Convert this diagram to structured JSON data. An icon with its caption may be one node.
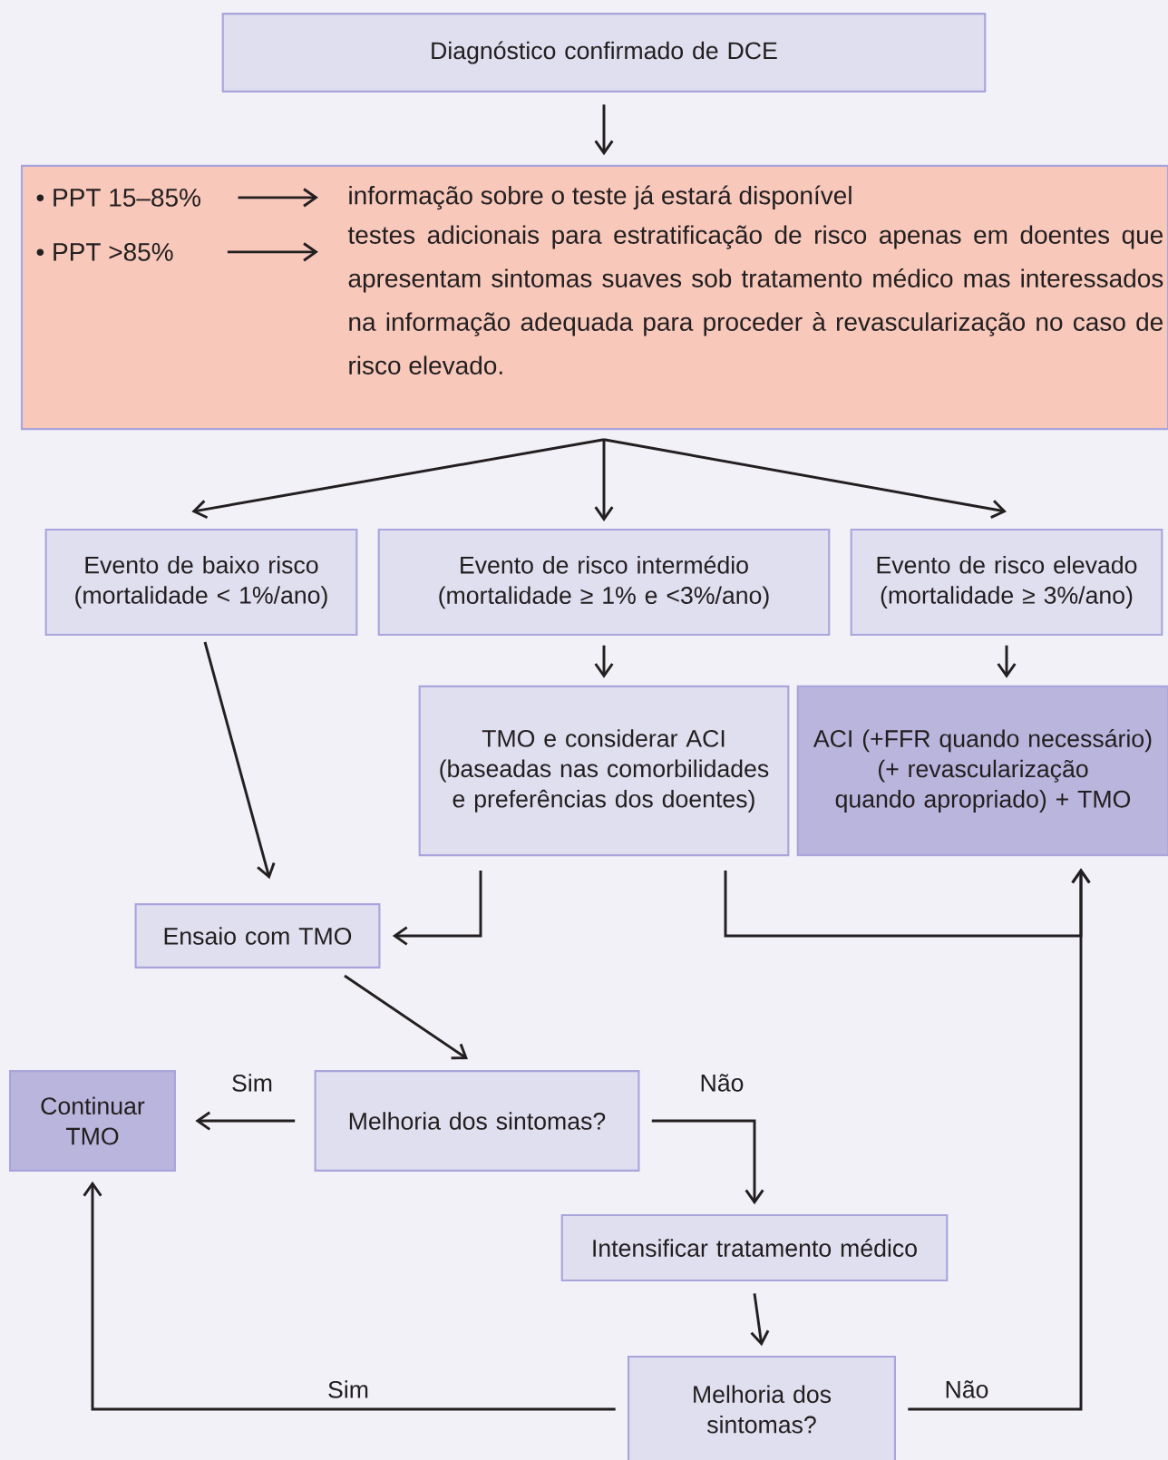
{
  "diagram": {
    "nodes": [
      {
        "text": [
          "Diagnóstico confirmado de DCE"
        ]
      },
      {
        "text": [],
        "shape": "box"
      },
      {
        "text": [
          "• PPT 15–85%"
        ],
        "in": 1
      },
      {
        "text": [
          "informação sobre o teste já estará disponível"
        ],
        "in": 1
      },
      {
        "text": [
          "• PPT >85%"
        ],
        "in": 1
      },
      {
        "text": [
          "testes adicionais para estratificação de risco apenas em doentes que apresentam sintomas suaves sob tratamento médico mas interessados na informação adequada para proceder à revascularização no caso de risco elevado."
        ],
        "in": 1
      },
      {
        "text": [
          "Evento de baixo risco (mortalidade < 1%/ano)"
        ]
      },
      {
        "text": [
          "Evento de risco intermédio (mortalidade ≥ 1%  e <3%/ano)"
        ]
      },
      {
        "text": [
          "Evento de risco elevado (mortalidade ≥ 3%/ano)"
        ]
      },
      {
        "text": [
          "TMO e considerar ACI (baseadas nas comorbilidades e preferências dos doentes)"
        ]
      },
      {
        "text": [
          "ACI (+FFR quando necessário) (+ revascularização quando apropriado) + TMO"
        ]
      },
      {
        "text": [
          "Ensaio com TMO"
        ]
      },
      {
        "text": [
          "Continuar TMO"
        ]
      },
      {
        "text": [
          "Melhoria dos sintomas?"
        ]
      },
      {
        "text": [
          "Intensificar tratamento médico"
        ]
      },
      {
        "text": [
          "Melhoria dos sintomas?"
        ]
      }
    ],
    "edges": [
      {
        "from": 0,
        "to": 1,
        "arrow": "to"
      },
      {
        "from": 2,
        "to": 3,
        "arrow": "to"
      },
      {
        "from": 4,
        "to": 5,
        "arrow": "to"
      },
      {
        "from": 1,
        "to": 6,
        "arrow": "to"
      },
      {
        "from": 1,
        "to": 7,
        "arrow": "to"
      },
      {
        "from": 1,
        "to": 8,
        "arrow": "to"
      },
      {
        "from": 6,
        "to": 11,
        "arrow": "to"
      },
      {
        "from": 7,
        "to": 9,
        "arrow": "to"
      },
      {
        "from": 8,
        "to": 10,
        "arrow": "to"
      },
      {
        "from": 9,
        "to": 11,
        "arrow": "to"
      },
      {
        "from": 9,
        "to": 10,
        "arrow": "to"
      },
      {
        "from": 11,
        "to": 13,
        "arrow": "to"
      },
      {
        "from": 13,
        "to": 12,
        "arrow": "to",
        "label": "Sim"
      },
      {
        "from": 13,
        "to": 14,
        "arrow": "to",
        "label": "Não"
      },
      {
        "from": 14,
        "to": 15,
        "arrow": "to"
      },
      {
        "from": 15,
        "to": 12,
        "arrow": "to",
        "label": "Sim"
      },
      {
        "from": 15,
        "to": 10,
        "arrow": "to",
        "label": "Não"
      }
    ]
  }
}
